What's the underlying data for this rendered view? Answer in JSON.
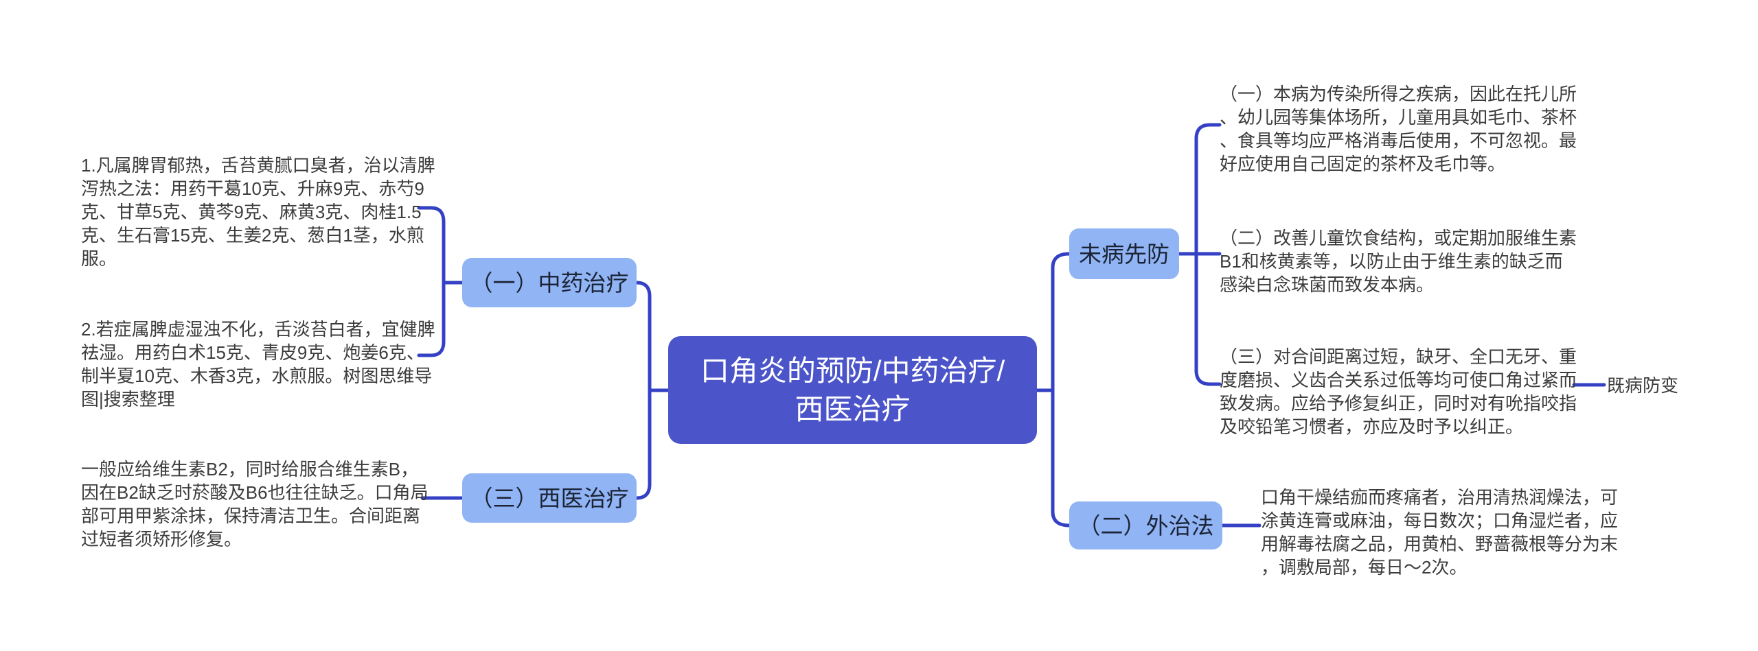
{
  "center": {
    "label": "口角炎的预防/中药治疗/西医治疗",
    "bg_color": "#4b54c9",
    "text_color": "#ffffff"
  },
  "style": {
    "child_node_bg": "#90b4f4",
    "child_node_text": "#1b2335",
    "connector_color": "#3441c4",
    "body_text_color": "#3c3c3c",
    "background": "#ffffff"
  },
  "left_branch": {
    "node_zhongyao": {
      "label": "（一）中药治疗"
    },
    "node_xiyi": {
      "label": "（三）西医治疗"
    },
    "text_piweiyure": {
      "text": "1.凡属脾胃郁热，舌苔黄腻口臭者，治以清脾泻热之法：用药干葛10克、升麻9克、赤芍9克、甘草5克、黄芩9克、麻黄3克、肉桂1.5克、生石膏15克、生姜2克、葱白1茎，水煎服。"
    },
    "text_pixushizhuo": {
      "text": "2.若症属脾虚湿浊不化，舌淡苔白者，宜健脾祛湿。用药白术15克、青皮9克、炮姜6克、制半夏10克、木香3克，水煎服。树图思维导图|搜索整理"
    },
    "text_xiyi_detail": {
      "text": "一般应给维生素B2，同时给服合维生素B，因在B2缺乏时菸酸及B6也往往缺乏。口角局部可用甲紫涂抹，保持清洁卫生。合间距离过短者须矫形修复。"
    }
  },
  "right_branch": {
    "node_weibing": {
      "label": "未病先防"
    },
    "node_waizhi": {
      "label": "（二）外治法"
    },
    "text_chuanran": {
      "text": "（一）本病为传染所得之疾病，因此在托儿所、幼儿园等集体场所，儿童用具如毛巾、茶杯、食具等均应严格消毒后使用，不可忽视。最好应使用自己固定的茶杯及毛巾等。"
    },
    "text_yinshi": {
      "text": "（二）改善儿童饮食结构，或定期加服维生素B1和核黄素等，以防止由于维生素的缺乏而感染白念珠菌而致发本病。"
    },
    "text_duihe": {
      "text": "（三）对合间距离过短，缺牙、全口无牙、重度磨损、义齿合关系过低等均可使口角过紧而致发病。应给予修复纠正，同时对有吮指咬指及咬铅笔习惯者，亦应及时予以纠正。"
    },
    "text_jibing": {
      "label": "既病防变"
    },
    "text_waizhi_detail": {
      "text": "口角干燥结痂而疼痛者，治用清热润燥法，可涂黄连膏或麻油，每日数次；口角湿烂者，应用解毒祛腐之品，用黄柏、野蔷薇根等分为末，调敷局部，每日～2次。"
    }
  }
}
